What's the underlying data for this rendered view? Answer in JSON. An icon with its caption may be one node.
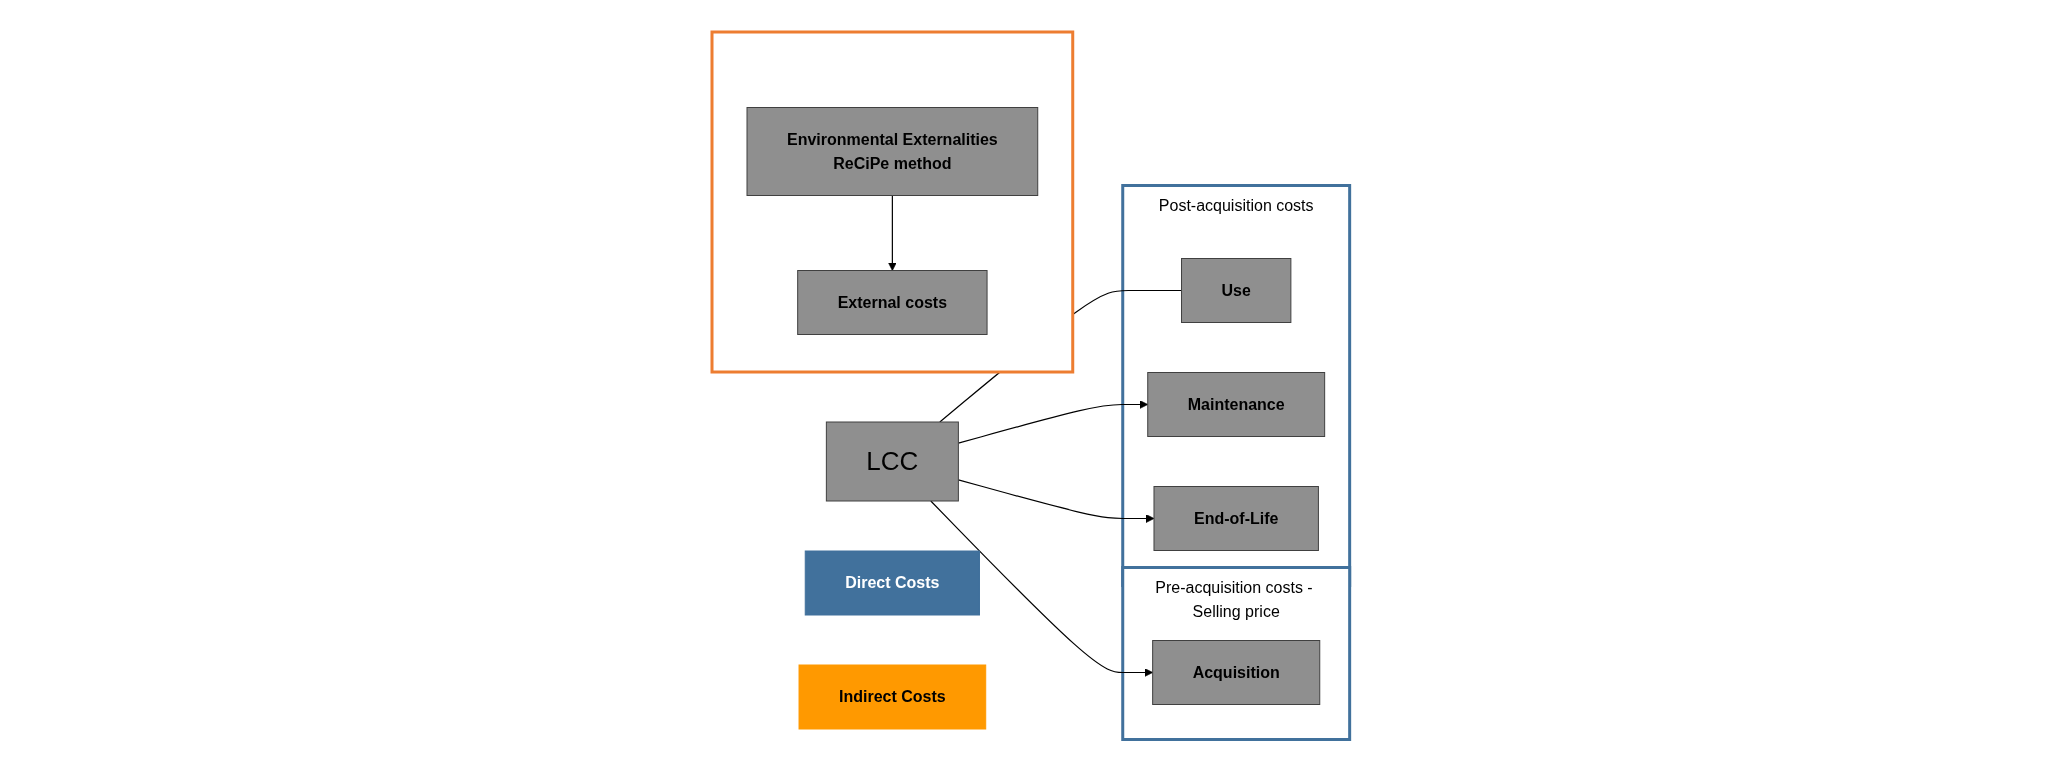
{
  "diagram": {
    "nodes": [
      {
        "text": [
          "LCC"
        ]
      },
      {
        "text": [
          "Pre-acquisition costs - Selling price"
        ]
      },
      {
        "text": [
          "Acquisition"
        ],
        "in": 1
      },
      {
        "text": [
          "Post-acquisition costs"
        ]
      },
      {
        "text": [
          "Use"
        ],
        "in": 3
      },
      {
        "text": [
          "Maintenance"
        ],
        "in": 3
      },
      {
        "text": [
          "End-of-Life"
        ],
        "in": 3
      },
      {
        "text": [
          "Direct Costs"
        ]
      },
      {
        "text": [],
        "shape": "box"
      },
      {
        "text": [
          "Environmental Externalities",
          "ReCiPe method"
        ],
        "in": 8
      },
      {
        "text": [
          "External costs"
        ],
        "in": 8
      },
      {
        "text": [
          "Indirect Costs"
        ]
      }
    ],
    "edges": [
      {
        "from": 0,
        "to": 2,
        "arrow": "to"
      },
      {
        "from": 0,
        "to": 4,
        "arrow": "none"
      },
      {
        "from": 0,
        "to": 5,
        "arrow": "to"
      },
      {
        "from": 0,
        "to": 6,
        "arrow": "to"
      },
      {
        "from": 9,
        "to": 10,
        "arrow": "to"
      }
    ]
  }
}
